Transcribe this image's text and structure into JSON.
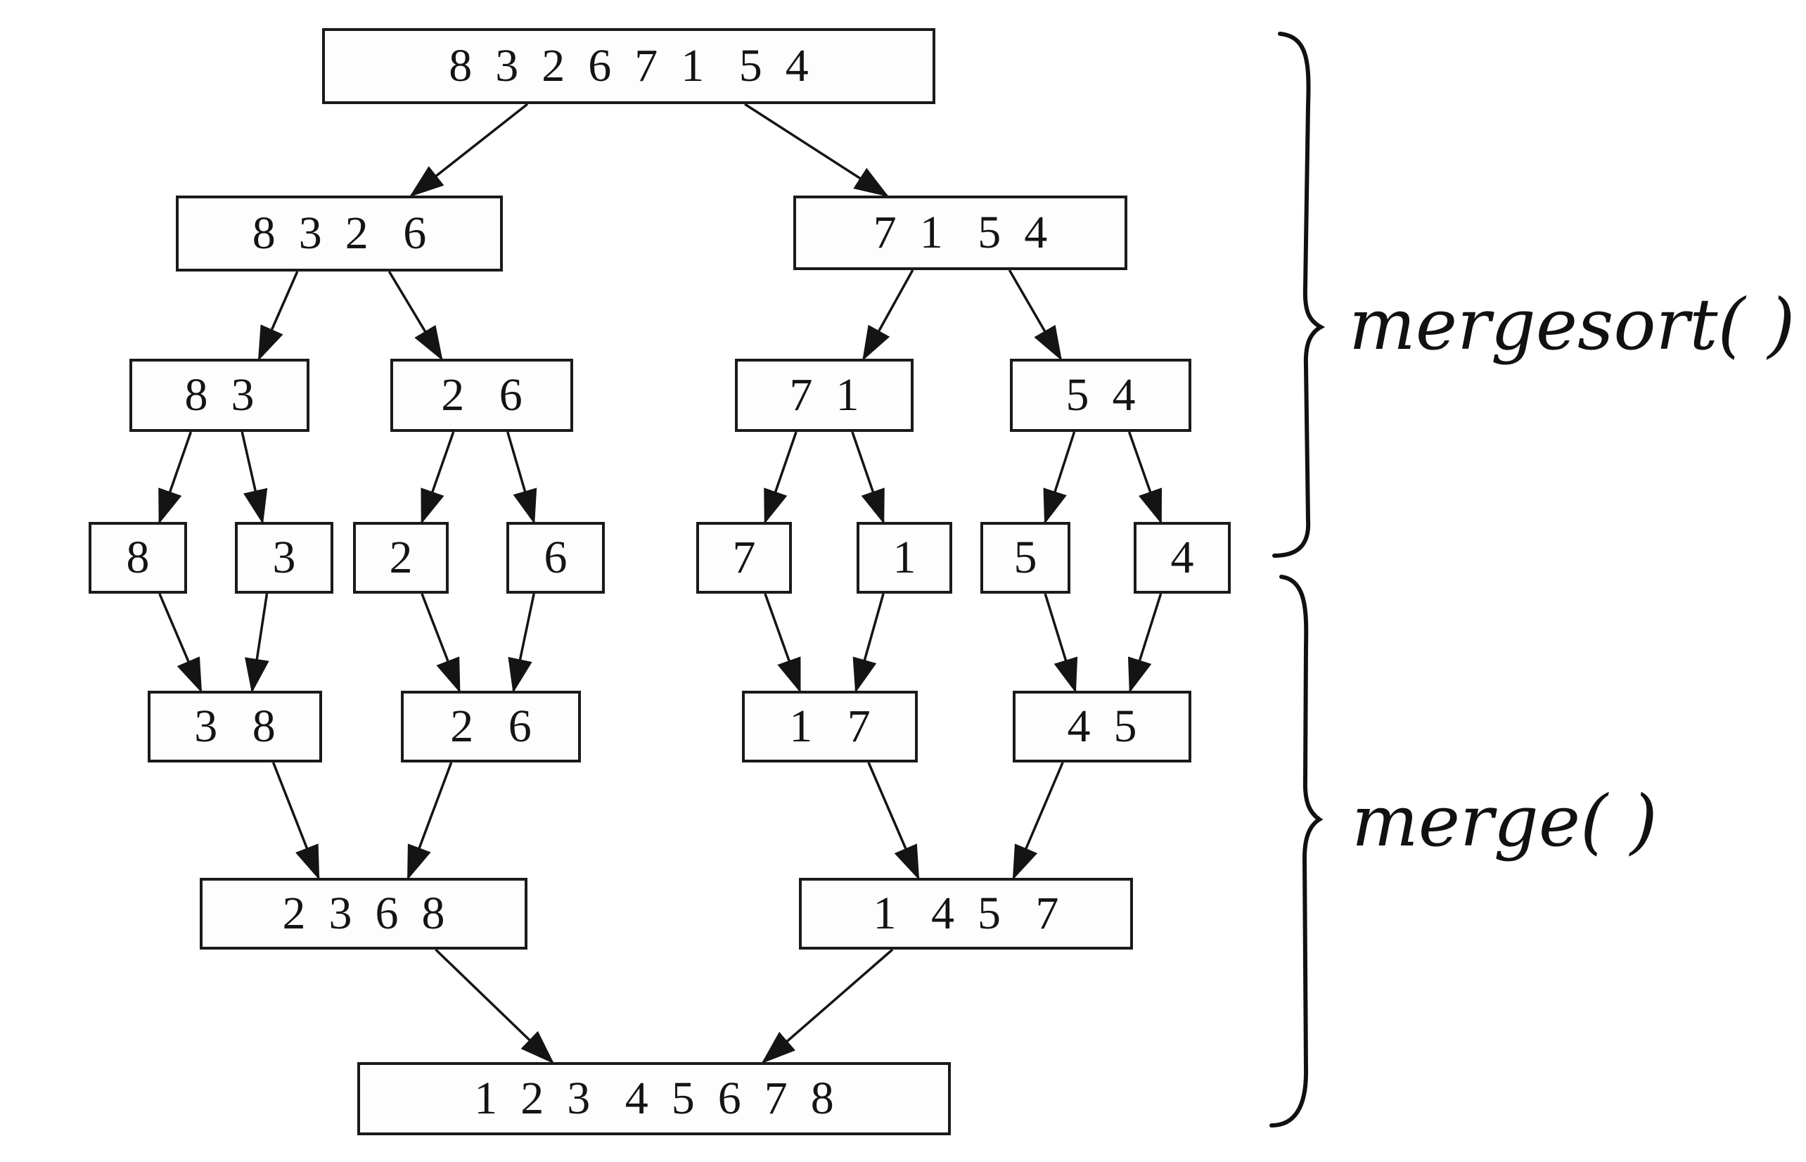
{
  "diagram": {
    "nodes": [
      {
        "id": "n0",
        "label": "8  3  2  6  7  1   5  4"
      },
      {
        "id": "n1",
        "label": "8  3  2   6"
      },
      {
        "id": "n2",
        "label": "7  1   5  4"
      },
      {
        "id": "n3",
        "label": "8  3"
      },
      {
        "id": "n4",
        "label": "2   6"
      },
      {
        "id": "n5",
        "label": "7  1"
      },
      {
        "id": "n6",
        "label": "5  4"
      },
      {
        "id": "n7",
        "label": "8"
      },
      {
        "id": "n8",
        "label": "3"
      },
      {
        "id": "n9",
        "label": "2"
      },
      {
        "id": "n10",
        "label": "6"
      },
      {
        "id": "n11",
        "label": "7"
      },
      {
        "id": "n12",
        "label": "1"
      },
      {
        "id": "n13",
        "label": "5"
      },
      {
        "id": "n14",
        "label": "4"
      },
      {
        "id": "n15",
        "label": "3   8"
      },
      {
        "id": "n16",
        "label": "2   6"
      },
      {
        "id": "n17",
        "label": "1   7"
      },
      {
        "id": "n18",
        "label": "4  5"
      },
      {
        "id": "n19",
        "label": "2  3  6  8"
      },
      {
        "id": "n20",
        "label": "1   4  5   7"
      },
      {
        "id": "n21",
        "label": "1  2  3   4  5  6  7  8"
      }
    ],
    "edges": [
      [
        "n0",
        "n1"
      ],
      [
        "n0",
        "n2"
      ],
      [
        "n1",
        "n3"
      ],
      [
        "n1",
        "n4"
      ],
      [
        "n2",
        "n5"
      ],
      [
        "n2",
        "n6"
      ],
      [
        "n3",
        "n7"
      ],
      [
        "n3",
        "n8"
      ],
      [
        "n4",
        "n9"
      ],
      [
        "n4",
        "n10"
      ],
      [
        "n5",
        "n11"
      ],
      [
        "n5",
        "n12"
      ],
      [
        "n6",
        "n13"
      ],
      [
        "n6",
        "n14"
      ],
      [
        "n7",
        "n15"
      ],
      [
        "n8",
        "n15"
      ],
      [
        "n9",
        "n16"
      ],
      [
        "n10",
        "n16"
      ],
      [
        "n11",
        "n17"
      ],
      [
        "n12",
        "n17"
      ],
      [
        "n13",
        "n18"
      ],
      [
        "n14",
        "n18"
      ],
      [
        "n15",
        "n19"
      ],
      [
        "n16",
        "n19"
      ],
      [
        "n17",
        "n20"
      ],
      [
        "n18",
        "n20"
      ],
      [
        "n19",
        "n21"
      ],
      [
        "n20",
        "n21"
      ]
    ],
    "annotations": {
      "split_phase": "mergesort( )",
      "merge_phase": "merge( )"
    }
  }
}
